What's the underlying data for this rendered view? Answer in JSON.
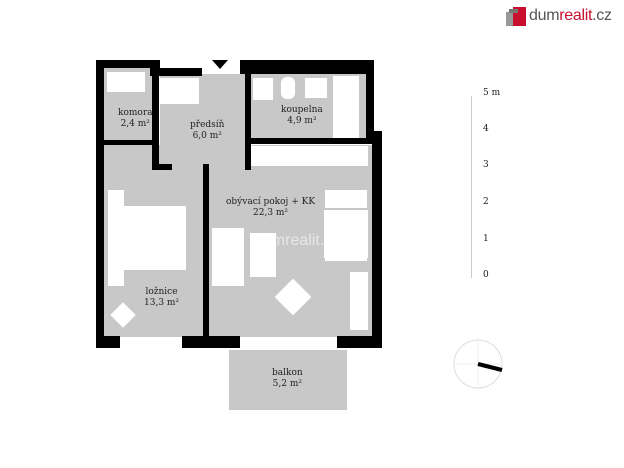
{
  "logo": {
    "part1": "dum",
    "part2": "realit",
    "part3": ".cz",
    "brand_color": "#c8102e"
  },
  "watermark": "dumrealit.cz",
  "rooms": [
    {
      "name": "komora",
      "area": "2,4 m²"
    },
    {
      "name": "předsíň",
      "area": "6,0 m²"
    },
    {
      "name": "koupelna",
      "area": "4,9 m²"
    },
    {
      "name": "obývací pokoj + KK",
      "area": "22,3 m²"
    },
    {
      "name": "ložnice",
      "area": "13,3 m²"
    },
    {
      "name": "balkon",
      "area": "5,2 m²"
    }
  ],
  "scale": {
    "labels": [
      "5 m",
      "4",
      "3",
      "2",
      "1",
      "0"
    ]
  },
  "compass": {
    "icon": "north-arrow-icon"
  }
}
